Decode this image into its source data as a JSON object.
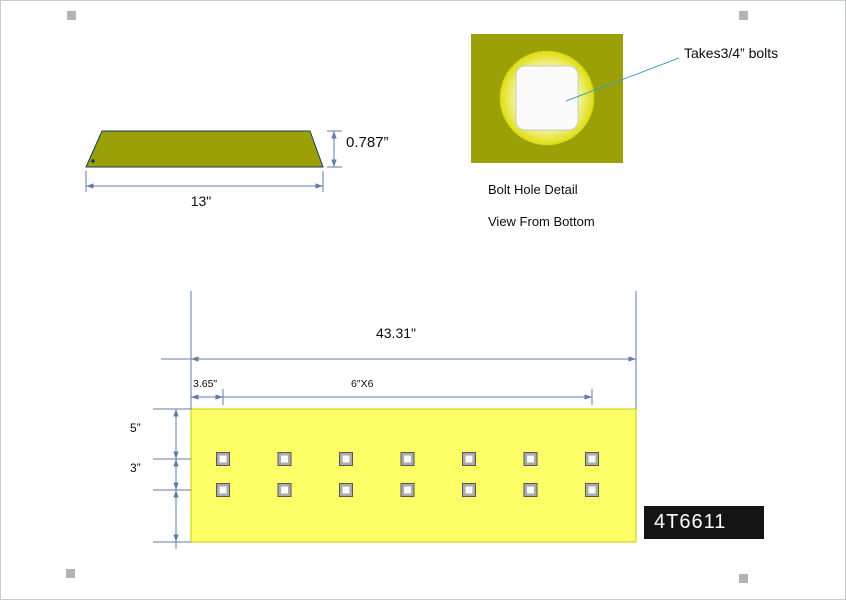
{
  "part_number": "4T6611",
  "side_view": {
    "width_label": "13\"",
    "thickness_label": "0.787”"
  },
  "bolt_detail": {
    "callout": "Takes3/4”  bolts",
    "title": "Bolt Hole Detail",
    "subtitle": "View From Bottom"
  },
  "top_view": {
    "overall_width_label": "43.31\"",
    "edge_offset_label": "3.65\"",
    "hole_spacing_label": "6\"X6",
    "top_margin_label": "5”",
    "row_gap_label": "3”",
    "hole_grid": {
      "columns": 7,
      "rows": 2
    }
  },
  "colors": {
    "plate_olive": "#9aa005",
    "plate_yellow": "#fdfd65",
    "dimension_line": "#5f7da8",
    "leader_line": "#3fa0c0",
    "part_label_bg": "#141414"
  }
}
